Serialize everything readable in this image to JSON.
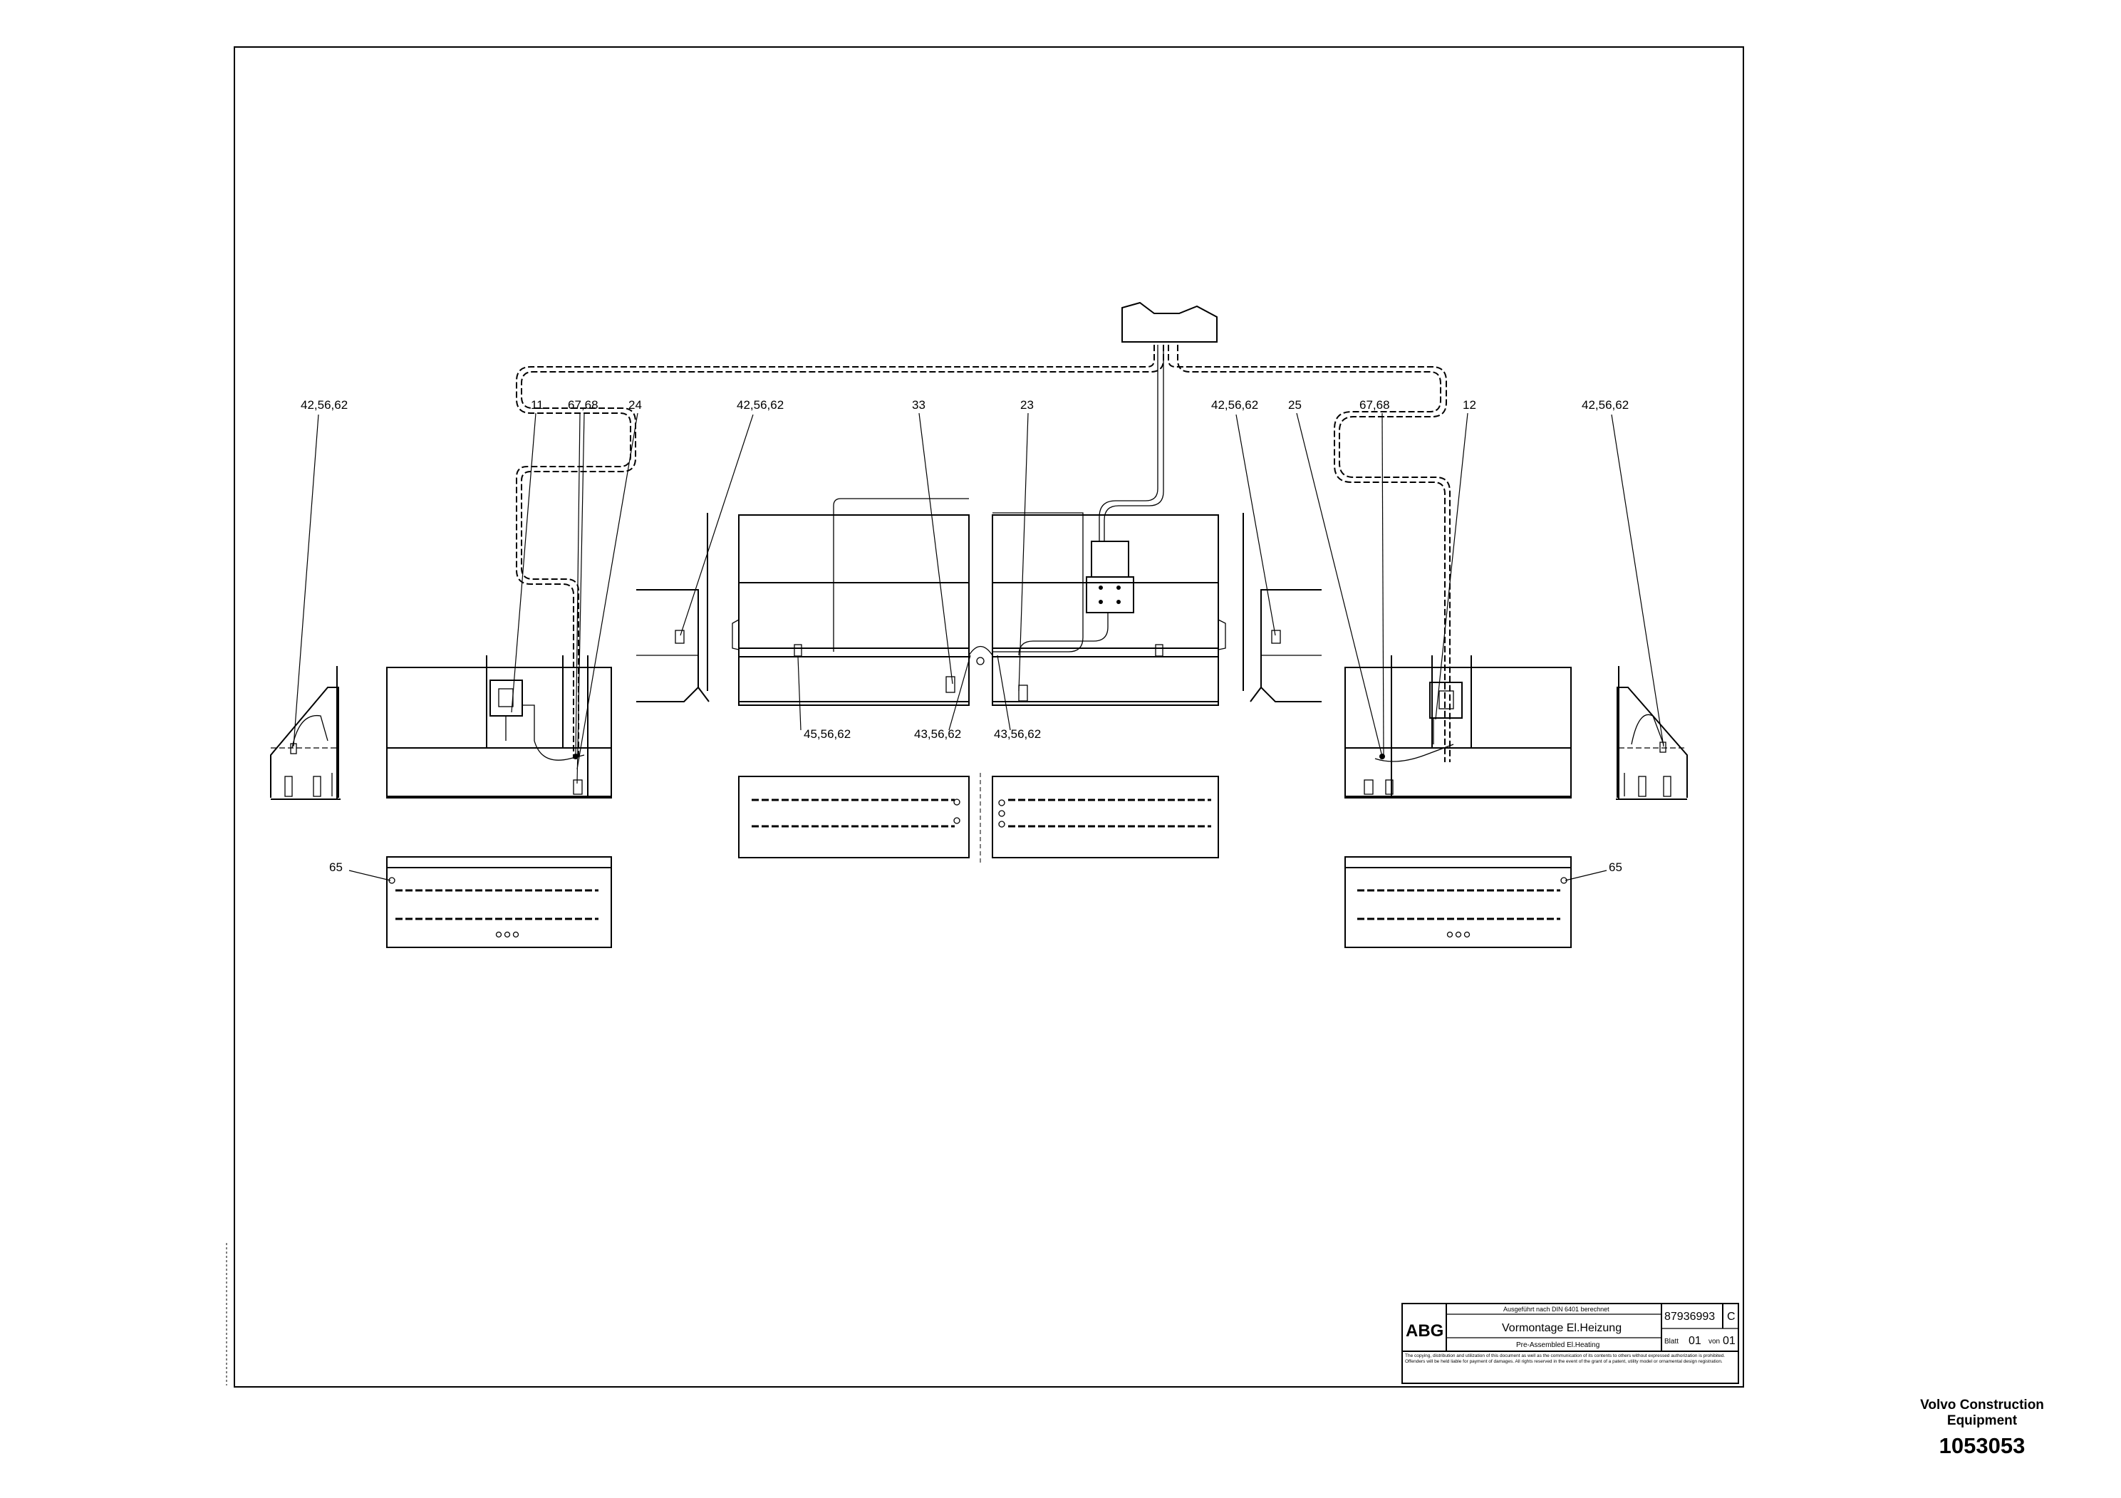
{
  "callouts": {
    "c1": "42,56,62",
    "c2": "11",
    "c3": "67,68",
    "c4": "24",
    "c5": "42,56,62",
    "c6": "33",
    "c7": "23",
    "c8": "42,56,62",
    "c9": "25",
    "c10": "67,68",
    "c11": "12",
    "c12": "42,56,62",
    "c13": "45,56,62",
    "c14": "43,56,62",
    "c15": "43,56,62",
    "c16": "65",
    "c17": "65"
  },
  "title_block": {
    "logo": "ABG",
    "top_note": "Ausgeführt nach DIN 6401 berechnet",
    "title": "Vormontage El.Heizung",
    "subtitle": "Pre-Assembled El.Heating",
    "drawing_number": "87936993",
    "revision": "C",
    "sheet_label": "Blatt",
    "sheet": "01",
    "of_label": "von",
    "sheets_total": "01",
    "copyright": "The copying, distribution and utilization of this document as well as the communication of its contents to others without expressed authorization is prohibited. Offenders will be held liable for payment of damages. All rights reserved in the event of the grant of a patent, utility model or ornamental design registration."
  },
  "footer": {
    "company_line1": "Volvo Construction",
    "company_line2": "Equipment",
    "image_number": "1053053"
  }
}
